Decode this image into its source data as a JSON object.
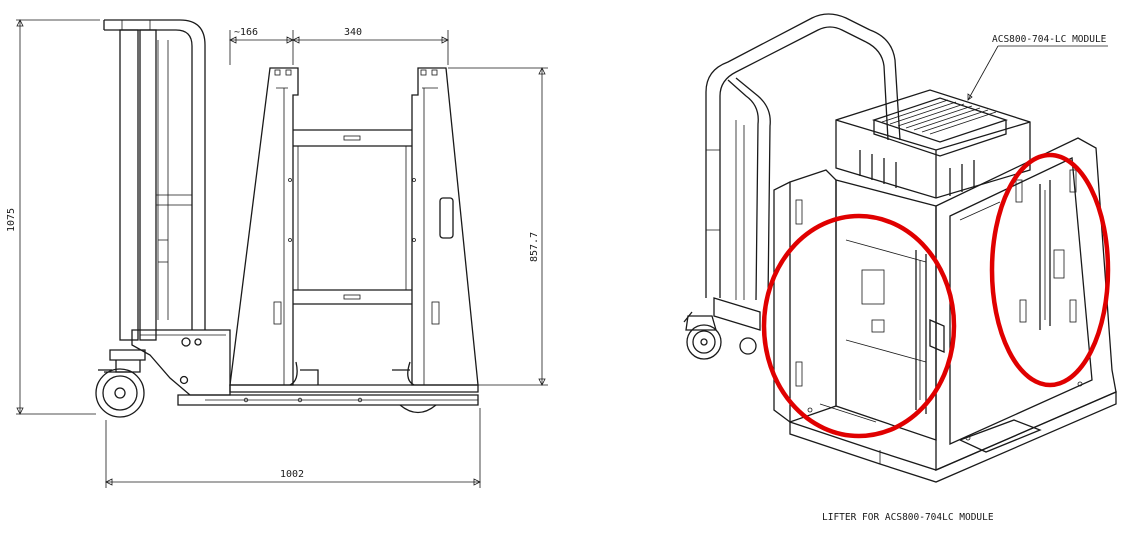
{
  "left_view": {
    "dims": {
      "top_offset": "~166",
      "top_width": "340",
      "overall_height": "1075",
      "frame_height": "857.7",
      "overall_length": "1002"
    }
  },
  "right_view": {
    "module_callout": "ACS800-704-LC MODULE",
    "caption": "LIFTER FOR ACS800-704LC MODULE"
  },
  "colors": {
    "line": "#1a1a1a",
    "highlight": "#e00000"
  }
}
